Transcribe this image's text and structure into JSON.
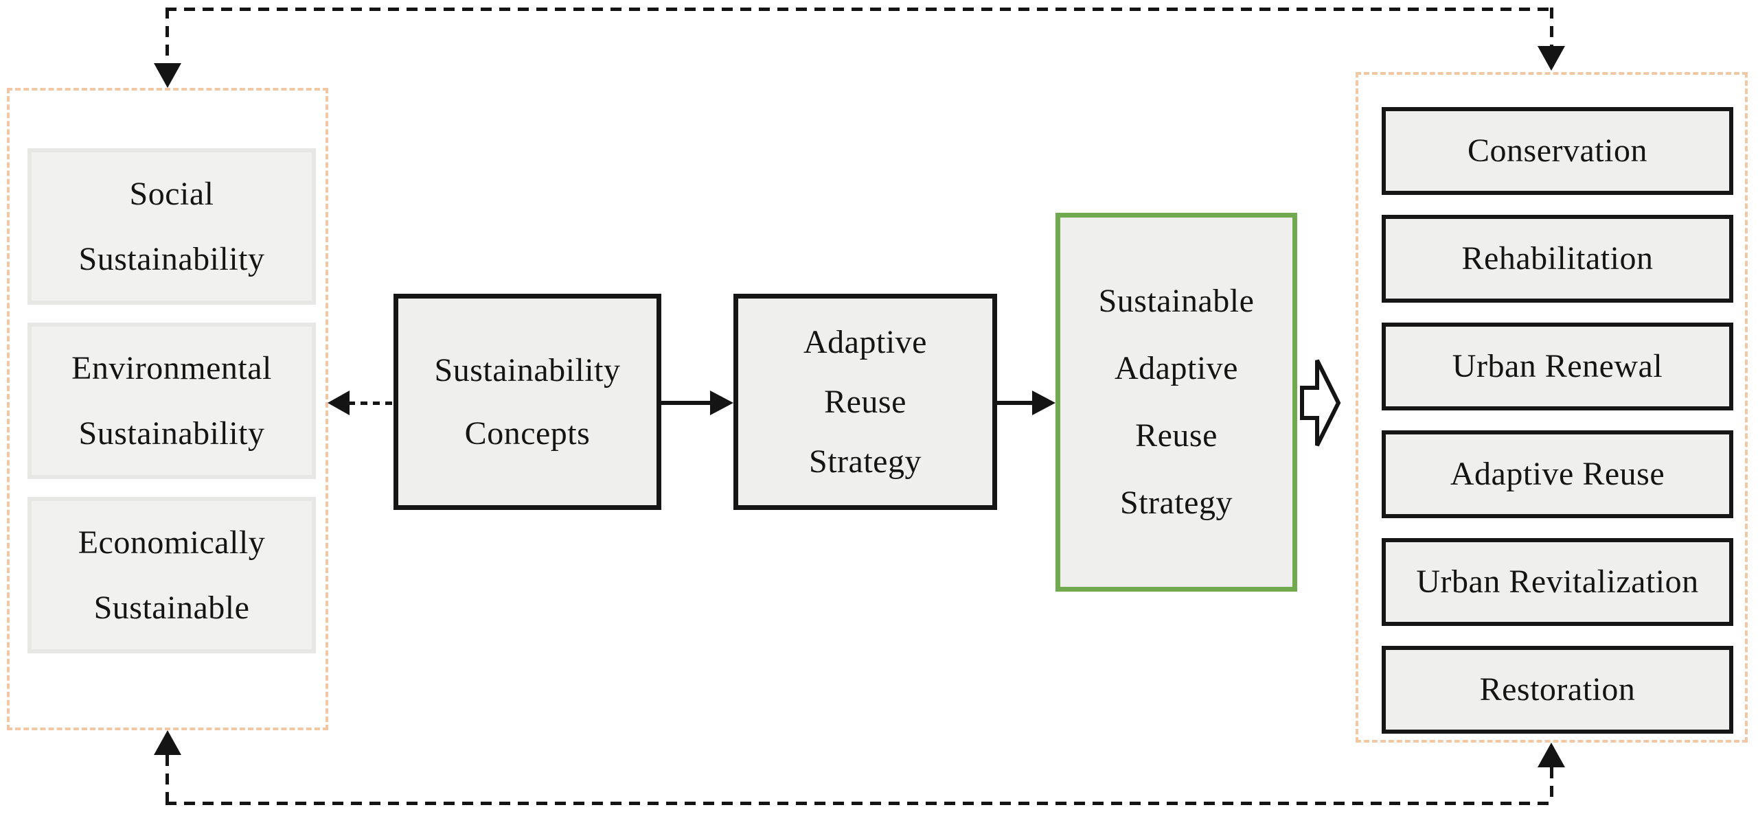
{
  "diagram": {
    "left_group": {
      "boxes": [
        {
          "lines": [
            "Social",
            "Sustainability"
          ]
        },
        {
          "lines": [
            "Environmental",
            "Sustainability"
          ]
        },
        {
          "lines": [
            "Economically",
            "Sustainable"
          ]
        }
      ]
    },
    "process": {
      "concepts_box": {
        "lines": [
          "Sustainability",
          "Concepts"
        ]
      },
      "adaptive_box": {
        "lines": [
          "Adaptive",
          "Reuse",
          "Strategy"
        ]
      },
      "sustainable_box": {
        "lines": [
          "Sustainable",
          "Adaptive",
          "Reuse",
          "Strategy"
        ]
      }
    },
    "right_group": {
      "boxes": [
        {
          "label": "Conservation"
        },
        {
          "label": "Rehabilitation"
        },
        {
          "label": "Urban Renewal"
        },
        {
          "label": "Adaptive Reuse"
        },
        {
          "label": "Urban Revitalization"
        },
        {
          "label": "Restoration"
        }
      ]
    },
    "colors": {
      "group_frame_dashed": "#f2c8a4",
      "highlight_green_border": "#71a94e",
      "box_fill_gray": "#efefee",
      "pillar_border_gray": "#e7e7e6",
      "connector_black": "#141414"
    }
  }
}
